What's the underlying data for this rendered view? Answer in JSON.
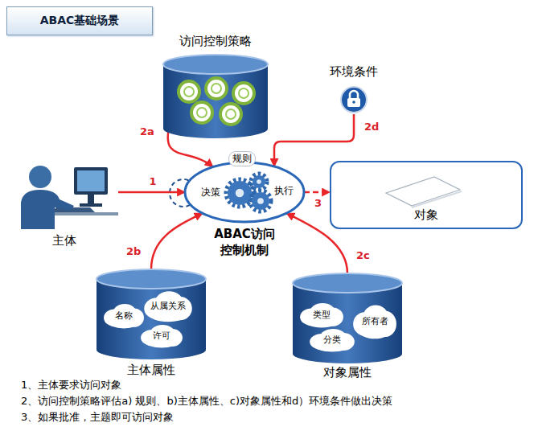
{
  "diagram": {
    "title": "ABAC基础场景",
    "nodes": [
      {
        "text": [
          "访问控制策略"
        ]
      },
      {
        "text": [
          "环境条件"
        ]
      },
      {
        "text": [
          "主体"
        ]
      },
      {
        "text": [
          "ABAC访问 控制机制"
        ]
      },
      {
        "text": [
          "对象"
        ]
      },
      {
        "text": [
          "主体属性"
        ]
      },
      {
        "text": [
          "名称"
        ],
        "in": 5
      },
      {
        "text": [
          "从属关系"
        ],
        "in": 5
      },
      {
        "text": [
          "许可"
        ],
        "in": 5
      },
      {
        "text": [
          "对象属性"
        ]
      },
      {
        "text": [
          "类型"
        ],
        "in": 9
      },
      {
        "text": [
          "分类"
        ],
        "in": 9
      },
      {
        "text": [
          "所有者"
        ],
        "in": 9
      }
    ],
    "edges": [
      {
        "from": 2,
        "to": 3,
        "arrow": "to",
        "label": "1"
      },
      {
        "from": 0,
        "to": 3,
        "arrow": "to",
        "label": "2a"
      },
      {
        "from": 5,
        "to": 3,
        "arrow": "to",
        "label": "2b"
      },
      {
        "from": 9,
        "to": 3,
        "arrow": "to",
        "label": "2c"
      },
      {
        "from": 1,
        "to": 3,
        "arrow": "to",
        "label": "2d"
      },
      {
        "from": 3,
        "to": 4,
        "arrow": "to",
        "label": "3"
      }
    ],
    "labels": [
      "规则",
      "决策",
      "执行",
      "1、主体要求访问对象",
      "2、访问控制策略评估a) 规则、b)主体属性、c)对象属性和d）环境条件做出决策",
      "3、如果批准，主题即可访问对象"
    ]
  }
}
